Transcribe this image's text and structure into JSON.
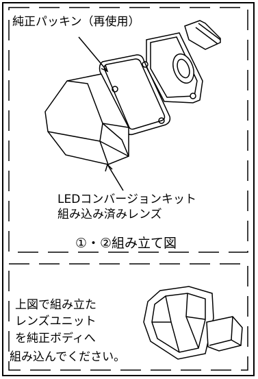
{
  "top_panel": {
    "gasket_label": "純正パッキン（再使用）",
    "led_label_line1": "LEDコンバージョンキット",
    "led_label_line2": "組み込み済みレンズ",
    "caption": "①・②組み立て図"
  },
  "bottom_panel": {
    "instruction_lines": [
      "上図で組み立た",
      "レンズユニット",
      "を純正ボディへ",
      "組み込んでください。"
    ]
  },
  "colors": {
    "line": "#000000",
    "background": "#ffffff"
  }
}
